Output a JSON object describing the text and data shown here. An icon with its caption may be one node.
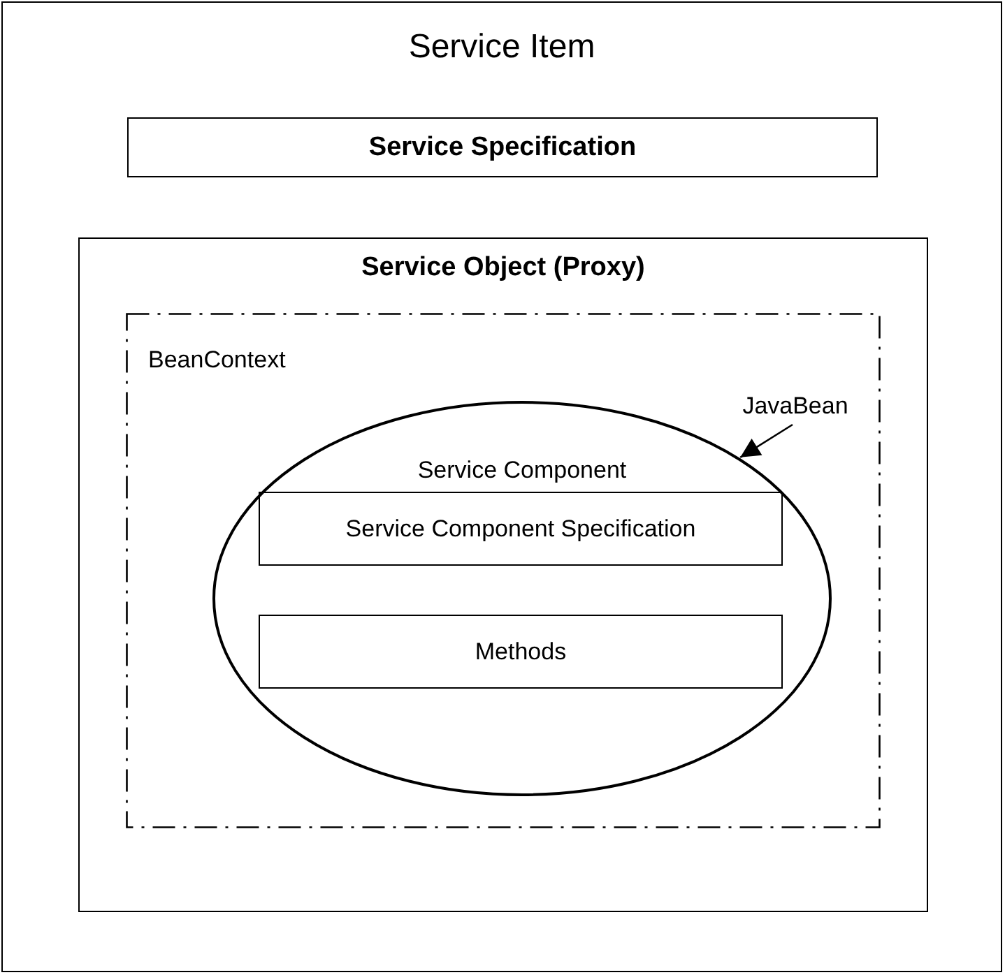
{
  "diagram": {
    "nodes": [
      {
        "text": [
          "Service Item"
        ]
      },
      {
        "text": [
          "Service Specification"
        ],
        "in": 0
      },
      {
        "text": [
          "Service Object (Proxy)"
        ],
        "in": 0
      },
      {
        "text": [
          "BeanContext"
        ],
        "in": 2
      },
      {
        "text": [
          "Service Component"
        ],
        "in": 3
      },
      {
        "text": [
          "Service Component Specification"
        ],
        "in": 4
      },
      {
        "text": [
          "Methods"
        ],
        "in": 4
      },
      {
        "text": [
          "JavaBean"
        ],
        "in": 3
      }
    ],
    "edges": [
      {
        "from": 7,
        "to": 4,
        "arrow": "to"
      }
    ]
  }
}
